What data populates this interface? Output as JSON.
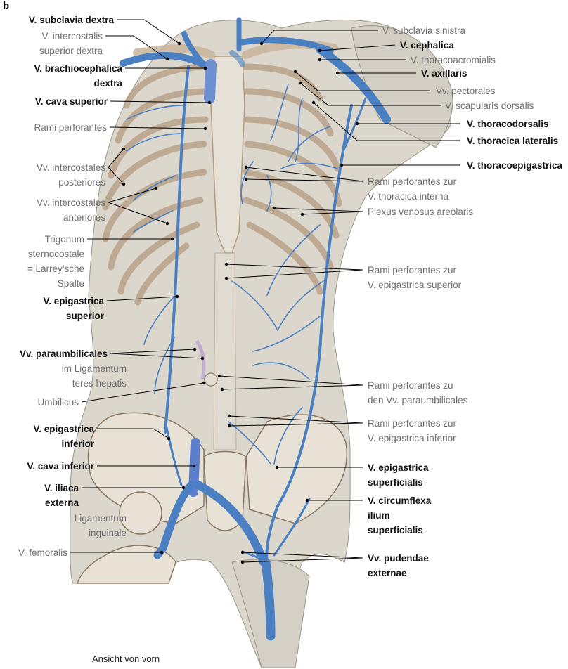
{
  "panel_letter": "b",
  "caption": "Ansicht von vorn",
  "colors": {
    "vein": "#4a7fc1",
    "vein_dark": "#3e6fb0",
    "bone": "#eae5dc",
    "bone_shade": "#b49c80",
    "skin": "#d8d3ca",
    "vein_light": "#aab8dc",
    "leader": "#000000"
  },
  "labels_left": [
    {
      "id": "subclavia-dextra",
      "lines": [
        "V. subclavia dextra"
      ],
      "bold": true
    },
    {
      "id": "intercostalis-superior",
      "lines": [
        "V. intercostalis",
        "superior dextra"
      ],
      "bold": false
    },
    {
      "id": "brachiocephalica",
      "lines": [
        "V. brachiocephalica",
        "dextra"
      ],
      "bold": true
    },
    {
      "id": "cava-superior",
      "lines": [
        "V. cava superior"
      ],
      "bold": true
    },
    {
      "id": "rami-perforantes",
      "lines": [
        "Rami perforantes"
      ],
      "bold": false
    },
    {
      "id": "intercostales-posteriores",
      "lines": [
        "Vv. intercostales",
        "posteriores"
      ],
      "bold": false
    },
    {
      "id": "intercostales-anteriores",
      "lines": [
        "Vv. intercostales",
        "anteriores"
      ],
      "bold": false
    },
    {
      "id": "trigonum",
      "lines": [
        "Trigonum",
        "sternocostale",
        "= Larrey’sche",
        "Spalte"
      ],
      "bold": false
    },
    {
      "id": "epigastrica-superior",
      "lines": [
        "V. epigastrica",
        "superior"
      ],
      "bold": true
    },
    {
      "id": "paraumbilicales",
      "lines": [
        "Vv. paraumbilicales"
      ],
      "bold": true
    },
    {
      "id": "lig-teres",
      "lines": [
        "im Ligamentum",
        "teres hepatis"
      ],
      "bold": false
    },
    {
      "id": "umbilicus",
      "lines": [
        "Umbilicus"
      ],
      "bold": false
    },
    {
      "id": "epigastrica-inferior",
      "lines": [
        "V. epigastrica",
        "inferior"
      ],
      "bold": true
    },
    {
      "id": "cava-inferior",
      "lines": [
        "V. cava inferior"
      ],
      "bold": true
    },
    {
      "id": "iliaca-externa",
      "lines": [
        "V. iliaca",
        "externa"
      ],
      "bold": true
    },
    {
      "id": "lig-inguinale",
      "lines": [
        "Ligamentum",
        "inguinale"
      ],
      "bold": false
    },
    {
      "id": "femoralis",
      "lines": [
        "V. femoralis"
      ],
      "bold": false
    }
  ],
  "labels_right": [
    {
      "id": "subclavia-sinistra",
      "lines": [
        "V. subclavia sinistra"
      ],
      "bold": false
    },
    {
      "id": "cephalica",
      "lines": [
        "V. cephalica"
      ],
      "bold": true
    },
    {
      "id": "thoracoacromialis",
      "lines": [
        "V. thoracoacromialis"
      ],
      "bold": false
    },
    {
      "id": "axillaris",
      "lines": [
        "V. axillaris"
      ],
      "bold": true
    },
    {
      "id": "pectorales",
      "lines": [
        "Vv. pectorales"
      ],
      "bold": false
    },
    {
      "id": "scapularis-dorsalis",
      "lines": [
        "V. scapularis dorsalis"
      ],
      "bold": false
    },
    {
      "id": "thoracodorsalis",
      "lines": [
        "V. thoracodorsalis"
      ],
      "bold": true
    },
    {
      "id": "thoracica-lateralis",
      "lines": [
        "V. thoracica lateralis"
      ],
      "bold": true
    },
    {
      "id": "thoracoepigastrica",
      "lines": [
        "V. thoracoepigastrica"
      ],
      "bold": true
    },
    {
      "id": "rami-thoracica-interna",
      "lines": [
        "Rami perforantes zur",
        "V. thoracica interna"
      ],
      "bold": false
    },
    {
      "id": "plexus-areolaris",
      "lines": [
        "Plexus venosus areolaris"
      ],
      "bold": false
    },
    {
      "id": "rami-epigastrica-superior",
      "lines": [
        "Rami perforantes zur",
        "V. epigastrica superior"
      ],
      "bold": false
    },
    {
      "id": "rami-paraumbilicales",
      "lines": [
        "Rami perforantes zu",
        "den Vv. paraumbilicales"
      ],
      "bold": false
    },
    {
      "id": "rami-epigastrica-inferior",
      "lines": [
        "Rami perforantes zur",
        "V. epigastrica inferior"
      ],
      "bold": false
    },
    {
      "id": "epigastrica-superficialis",
      "lines": [
        "V. epigastrica",
        "superficialis"
      ],
      "bold": true
    },
    {
      "id": "circumflexa",
      "lines": [
        "V. circumflexa",
        "ilium",
        "superficialis"
      ],
      "bold": true
    },
    {
      "id": "pudendae",
      "lines": [
        "Vv. pudendae",
        "externae"
      ],
      "bold": true
    }
  ]
}
